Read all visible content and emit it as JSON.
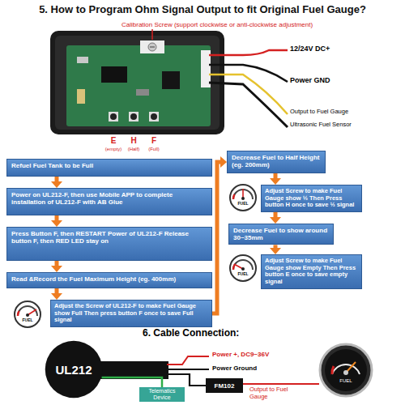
{
  "diagram": {
    "title": "5. How to Program Ohm Signal Output to fit Original Fuel Gauge?",
    "nodes": [
      {
        "text": [
          "Refuel Fuel Tank to be Full"
        ]
      },
      {
        "text": [
          "Power on UL212-F, then use Mobile APP to complete installation of UL212-F with AB Glue"
        ]
      },
      {
        "text": [
          "Press Button F, then RESTART Power of UL212-F Release button F, then RED LED stay on"
        ]
      },
      {
        "text": [
          "Read &Record the Fuel Maximum Height (eg. 400mm)"
        ]
      },
      {
        "text": [
          "Adjust the Screw of UL212-F to make Fuel Gauge show Full Then press button F once to save Full signal"
        ]
      },
      {
        "text": [
          "Decrease Fuel to Half Height (eg. 200mm)"
        ]
      },
      {
        "text": [
          "Adjust Screw to make Fuel Gauge show ½ Then Press button H once to save ½ signal"
        ]
      },
      {
        "text": [
          "Decrease Fuel to show around 30~35mm"
        ]
      },
      {
        "text": [
          "Adjust Screw to make Fuel Gauge show Empty Then Press button E once to save empty signal"
        ]
      },
      {
        "text": [
          "UL212"
        ]
      },
      {
        "text": [
          "FM102"
        ]
      },
      {
        "text": [
          "Telematics Device"
        ]
      }
    ],
    "edges": [
      {
        "from": 0,
        "to": 1,
        "arrow": "to"
      },
      {
        "from": 1,
        "to": 2,
        "arrow": "to"
      },
      {
        "from": 2,
        "to": 3,
        "arrow": "to"
      },
      {
        "from": 3,
        "to": 4,
        "arrow": "to"
      },
      {
        "from": 4,
        "to": 5,
        "arrow": "to"
      },
      {
        "from": 5,
        "to": 6,
        "arrow": "to"
      },
      {
        "from": 6,
        "to": 7,
        "arrow": "to"
      },
      {
        "from": 7,
        "to": 8,
        "arrow": "to"
      },
      {
        "from": 9,
        "to": 10,
        "arrow": "none"
      },
      {
        "from": 9,
        "to": 11,
        "arrow": "none"
      }
    ],
    "labels": [
      "Calibration Screw (support clockwise or anti-clockwise adjustment)",
      "12/24V DC+",
      "Power GND",
      "Output to Fuel Gauge",
      "Ultrasonic Fuel Sensor",
      "E",
      "H",
      "F",
      "(empty)",
      "(Half)",
      "(Full)",
      "FUEL",
      "FUEL",
      "FUEL",
      "6. Cable Connection:",
      "Power +, DC9~36V",
      "Power Ground",
      "Output to Fuel Gauge",
      "FUEL"
    ]
  }
}
